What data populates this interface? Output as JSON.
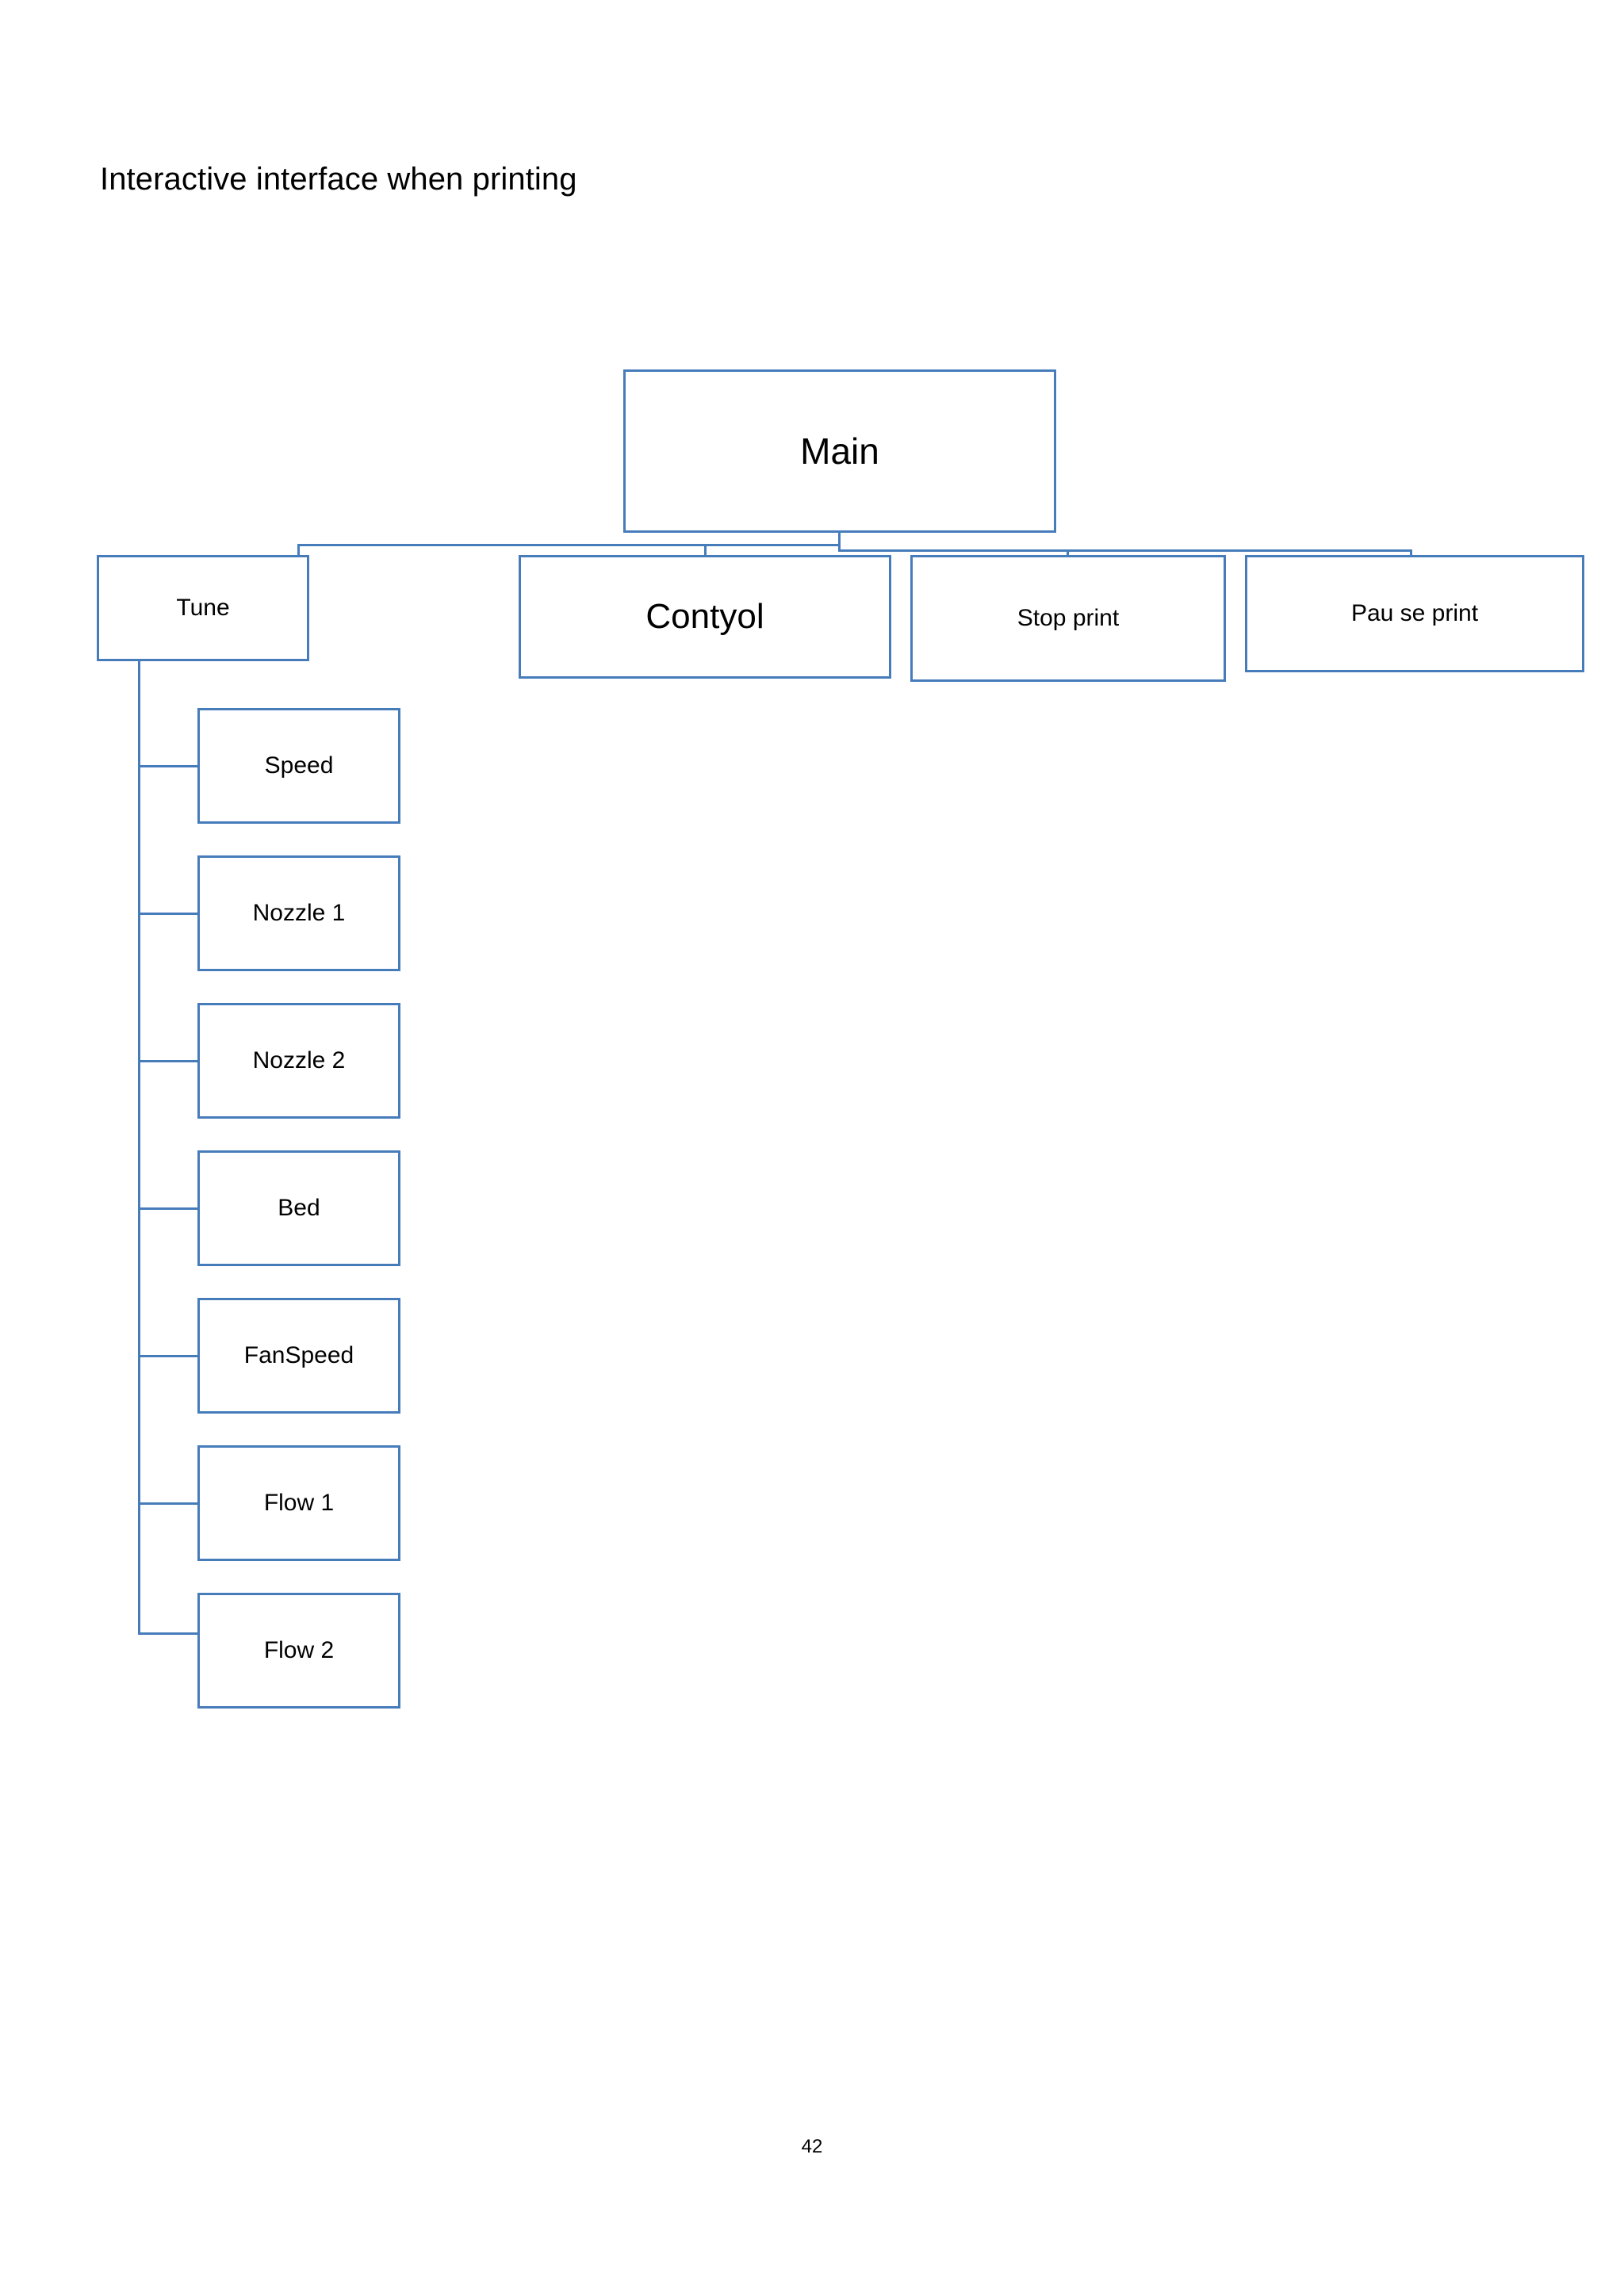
{
  "document": {
    "title": "Interactive interface when printing",
    "page_number": "42"
  },
  "theme": {
    "line_color": "#477cbb",
    "box_fill": "#ffffff",
    "text_color": "#000000",
    "page_background": "#ffffff"
  },
  "diagram": {
    "type": "tree",
    "root": {
      "label": "Main"
    },
    "level2": [
      {
        "label": "Tune"
      },
      {
        "label": "Contyol"
      },
      {
        "label": "Stop print"
      },
      {
        "label": "Pau se print"
      }
    ],
    "tune_children": [
      {
        "label": "Speed"
      },
      {
        "label": "Nozzle 1"
      },
      {
        "label": "Nozzle 2"
      },
      {
        "label": "Bed"
      },
      {
        "label": "FanSpeed"
      },
      {
        "label": "Flow 1"
      },
      {
        "label": "Flow 2"
      }
    ]
  }
}
